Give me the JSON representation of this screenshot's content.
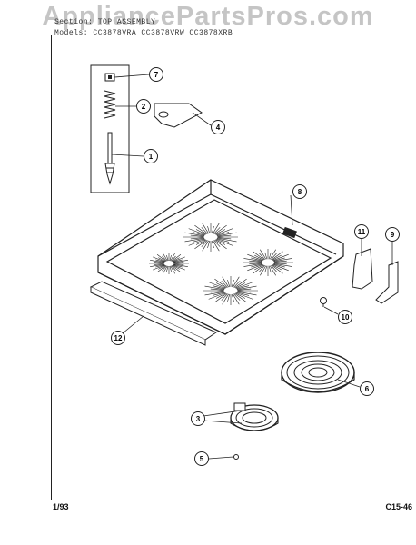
{
  "watermark": "AppliancePartsPros.com",
  "header": {
    "section_line": "Section: TOP ASSEMBLY",
    "models_line": "Models: CC3878VRA  CC3878VRW  CC3878XRB"
  },
  "footer": {
    "date": "1/93",
    "page": "C15-46"
  },
  "callouts": [
    {
      "id": "7",
      "label": "7"
    },
    {
      "id": "2",
      "label": "2"
    },
    {
      "id": "4",
      "label": "4"
    },
    {
      "id": "1",
      "label": "1"
    },
    {
      "id": "8",
      "label": "8"
    },
    {
      "id": "11",
      "label": "11"
    },
    {
      "id": "9",
      "label": "9"
    },
    {
      "id": "10",
      "label": "10"
    },
    {
      "id": "12",
      "label": "12"
    },
    {
      "id": "3",
      "label": "3"
    },
    {
      "id": "6",
      "label": "6"
    },
    {
      "id": "5",
      "label": "5"
    }
  ]
}
